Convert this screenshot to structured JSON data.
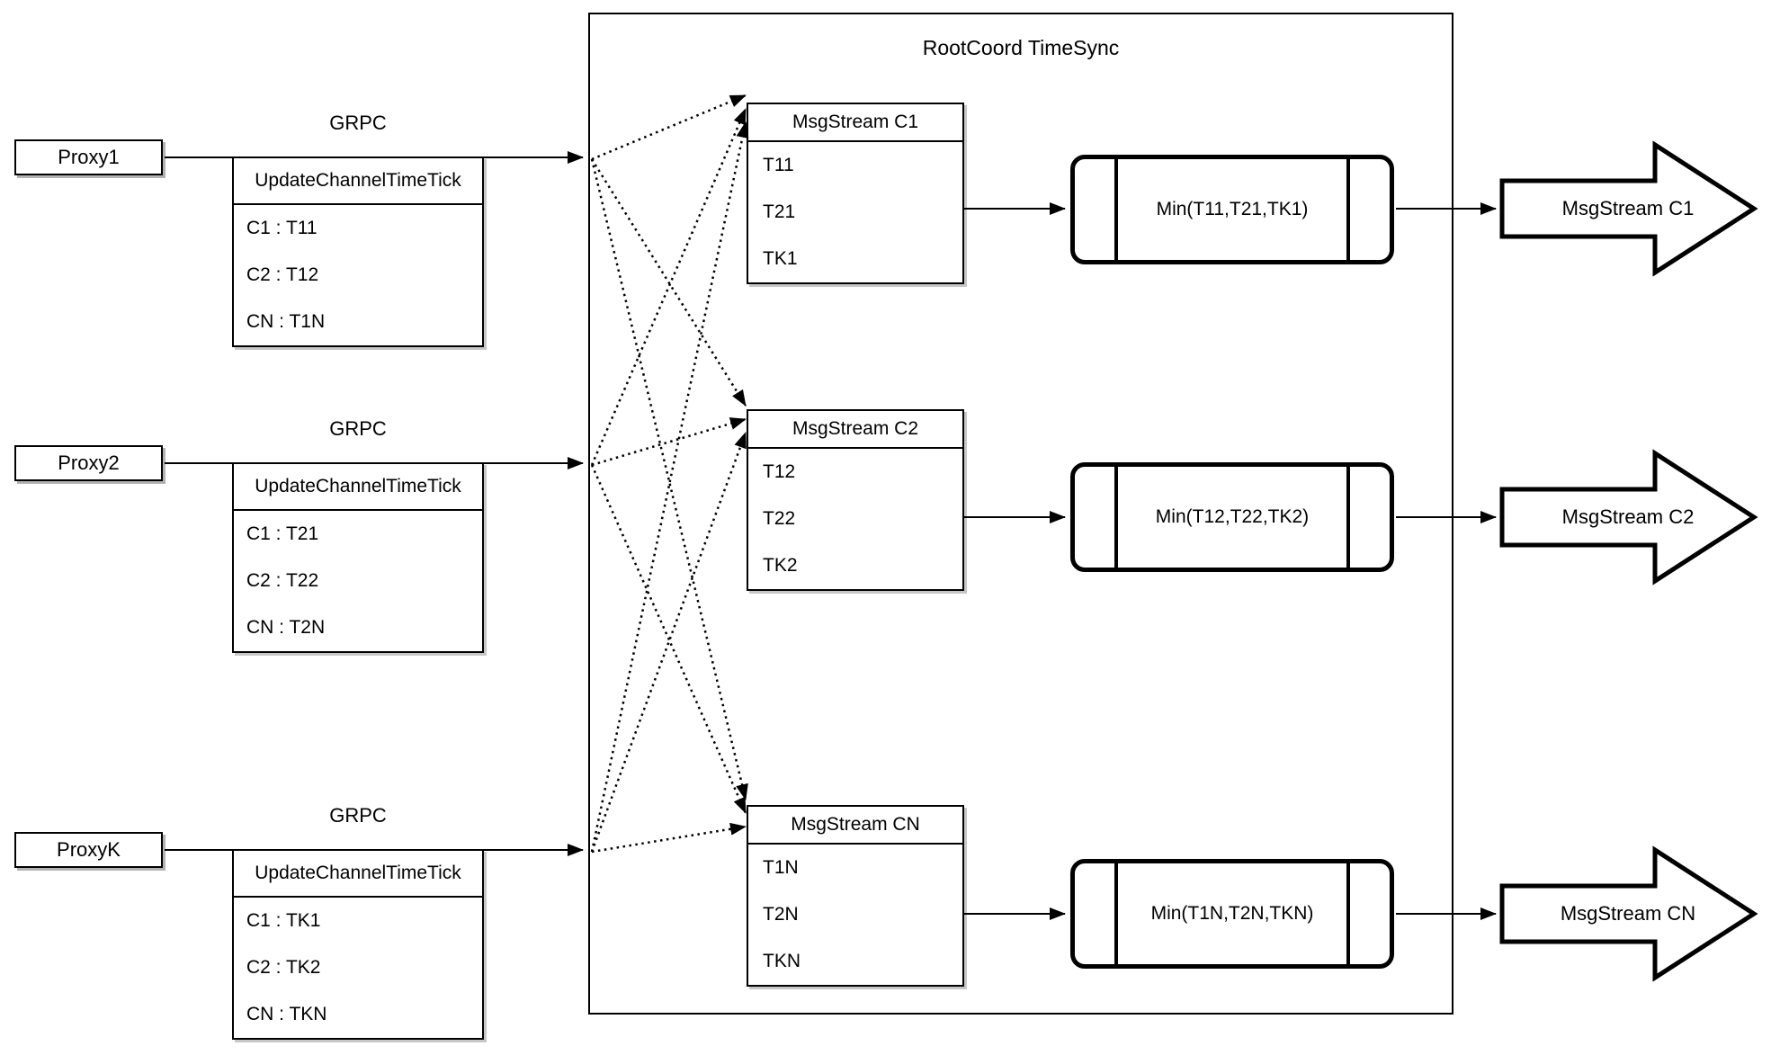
{
  "container": {
    "title": "RootCoord TimeSync"
  },
  "rows": [
    {
      "proxy": "Proxy1",
      "grpc_label": "GRPC",
      "update_table": {
        "header": "UpdateChannelTimeTick",
        "rows": [
          "C1 :  T11",
          "C2 :  T12",
          "CN : T1N"
        ]
      },
      "msgstream_table": {
        "header": "MsgStream C1",
        "rows": [
          "T11",
          "T21",
          "TK1"
        ]
      },
      "min_label": "Min(T11,T21,TK1)",
      "out_arrow_label": "MsgStream C1"
    },
    {
      "proxy": "Proxy2",
      "grpc_label": "GRPC",
      "update_table": {
        "header": "UpdateChannelTimeTick",
        "rows": [
          "C1 :  T21",
          "C2 :  T22",
          "CN : T2N"
        ]
      },
      "msgstream_table": {
        "header": "MsgStream C2",
        "rows": [
          "T12",
          "T22",
          "TK2"
        ]
      },
      "min_label": "Min(T12,T22,TK2)",
      "out_arrow_label": "MsgStream C2"
    },
    {
      "proxy": "ProxyK",
      "grpc_label": "GRPC",
      "update_table": {
        "header": "UpdateChannelTimeTick",
        "rows": [
          "C1 :  TK1",
          "C2 :  TK2",
          "CN : TKN"
        ]
      },
      "msgstream_table": {
        "header": "MsgStream CN",
        "rows": [
          "T1N",
          "T2N",
          "TKN"
        ]
      },
      "min_label": "Min(T1N,T2N,TKN)",
      "out_arrow_label": "MsgStream CN"
    }
  ],
  "colors": {
    "stroke": "#000000",
    "background": "#ffffff"
  }
}
